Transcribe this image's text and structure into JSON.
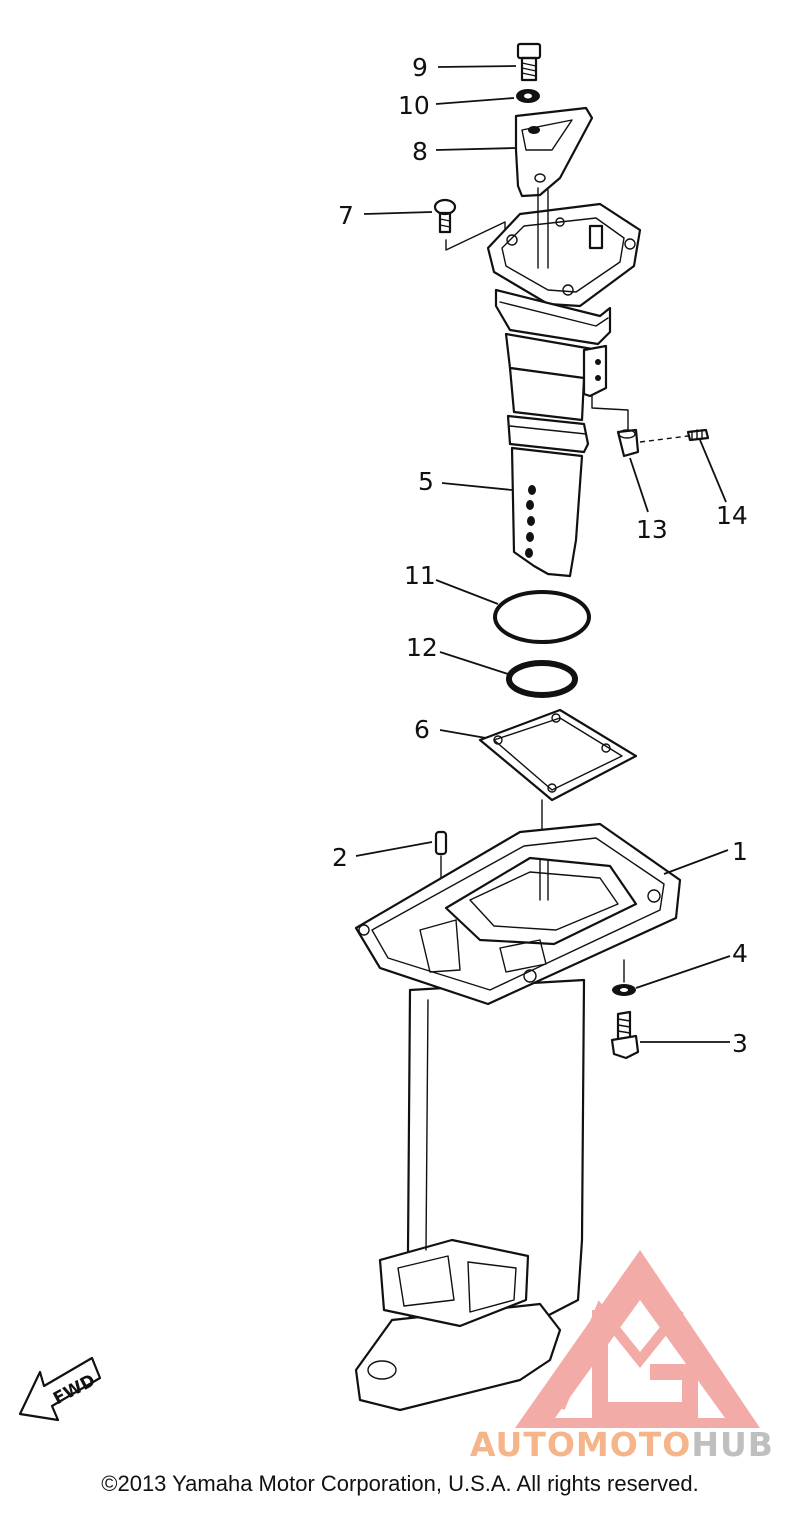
{
  "callouts": {
    "c1": "1",
    "c2": "2",
    "c3": "3",
    "c4": "4",
    "c5": "5",
    "c6": "6",
    "c7": "7",
    "c8": "8",
    "c9": "9",
    "c10": "10",
    "c11": "11",
    "c12": "12",
    "c13": "13",
    "c14": "14"
  },
  "fwd_label": "FWD",
  "watermark": {
    "part1": "AUTOMOTO",
    "part2": "HUB",
    "color_part1": "#f5b48a",
    "color_part2": "#bfbfbf",
    "logo_color": "#ef8f8a"
  },
  "copyright": "©2013 Yamaha Motor Corporation, U.S.A. All rights reserved."
}
